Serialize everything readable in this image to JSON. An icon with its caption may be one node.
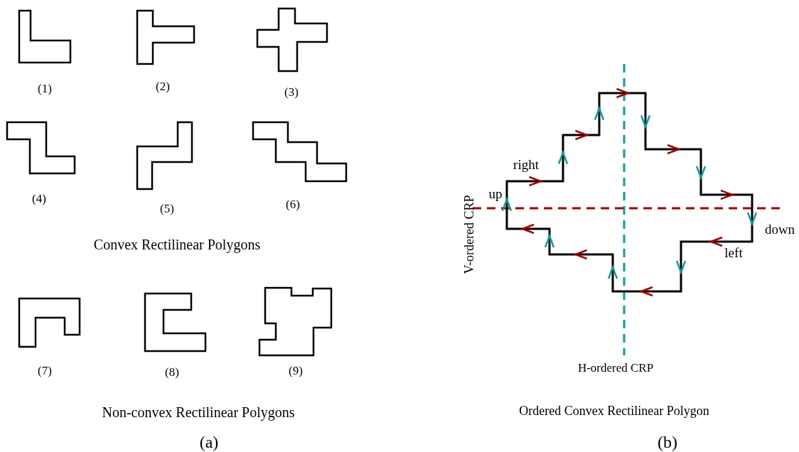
{
  "diagram": {
    "labels": [
      "(1)",
      "(2)",
      "(3)",
      "(4)",
      "(5)",
      "(6)",
      "Convex Rectilinear Polygons",
      "(7)",
      "(8)",
      "(9)",
      "Non-convex Rectilinear Polygons",
      "(a)",
      "right",
      "up",
      "V-ordered CRP",
      "down",
      "left",
      "H-ordered CRP",
      "Ordered Convex Rectilinear Polygon",
      "(b)"
    ]
  }
}
